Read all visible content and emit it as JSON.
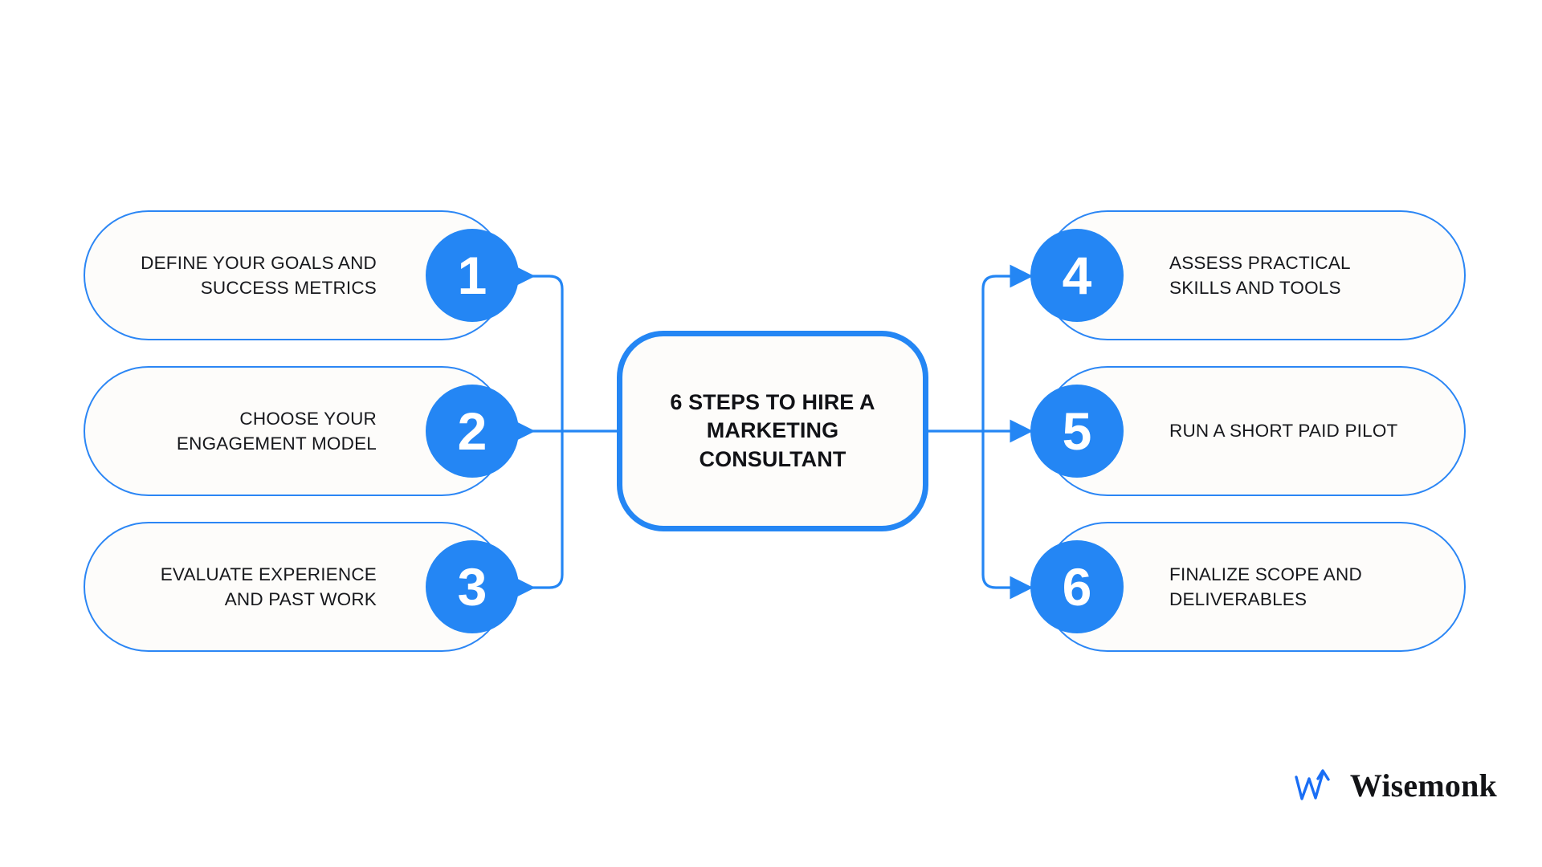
{
  "hub": {
    "title": "6 STEPS TO HIRE A\nMARKETING\nCONSULTANT"
  },
  "colors": {
    "accent": "#2486F4",
    "card_background": "#FDFCFA",
    "card_border": "#2B86F5",
    "text": "#17181C",
    "hub_text": "#111216",
    "page_background": "#FFFFFF"
  },
  "steps": {
    "left": [
      {
        "number": "1",
        "label": "DEFINE YOUR GOALS AND\nSUCCESS METRICS"
      },
      {
        "number": "2",
        "label": "CHOOSE YOUR\nENGAGEMENT MODEL"
      },
      {
        "number": "3",
        "label": "EVALUATE EXPERIENCE\nAND PAST WORK"
      }
    ],
    "right": [
      {
        "number": "4",
        "label": "ASSESS PRACTICAL\nSKILLS AND TOOLS"
      },
      {
        "number": "5",
        "label": "RUN A SHORT PAID PILOT"
      },
      {
        "number": "6",
        "label": "FINALIZE SCOPE AND\nDELIVERABLES"
      }
    ]
  },
  "brand": {
    "name": "Wisemonk",
    "mark": "wisemonk-w-arrow-logo"
  },
  "connectors": {
    "arrow_color": "#2486F4",
    "description": "Horizontal trunk from center hub splits into vertical rails that feed arrowheads into each of the six step cards"
  }
}
